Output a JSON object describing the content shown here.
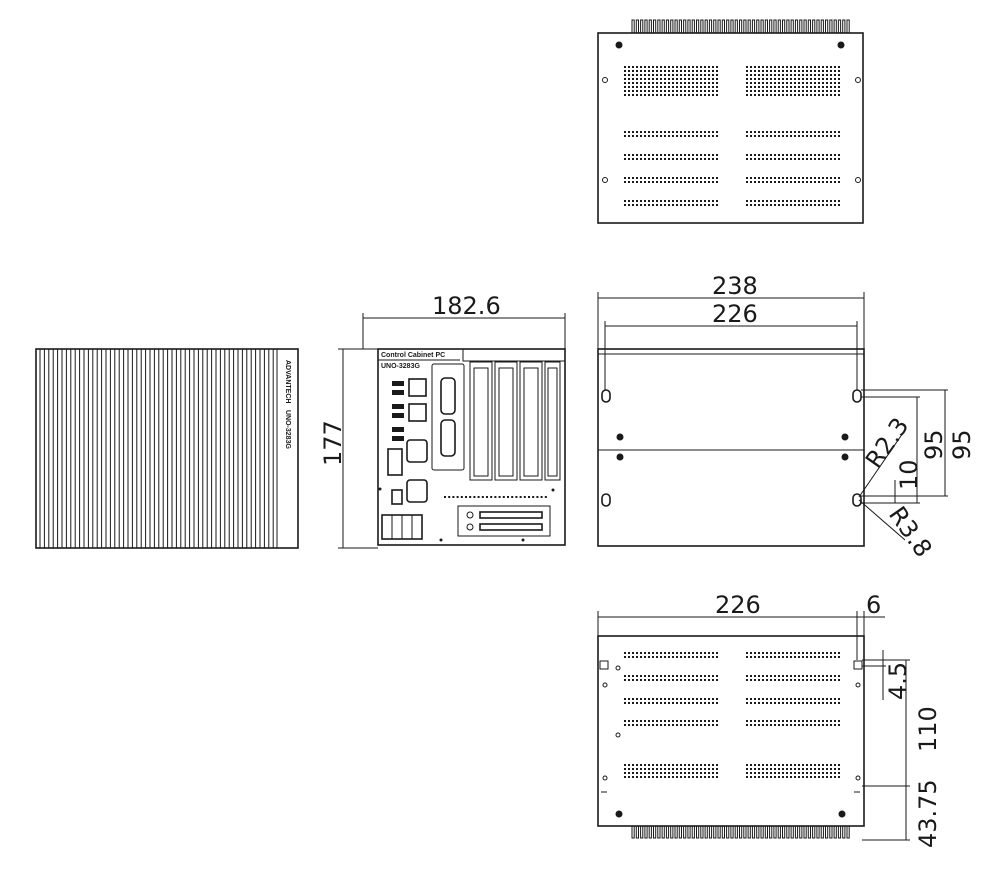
{
  "dimensions": {
    "width_front": "182.6",
    "height_front": "177",
    "depth_overall": "238",
    "depth_inner": "226",
    "hole_radius_small": "R2.3",
    "hole_radius_large": "R3.8",
    "slot_offset": "10",
    "vertical_95_a": "95",
    "vertical_95_b": "95",
    "bottom_width": "226",
    "bottom_edge": "6",
    "bottom_hole": "4.5",
    "bottom_pitch": "110",
    "bottom_edge_offset": "43.75"
  },
  "front_panel": {
    "title_label": "Control Cabinet PC",
    "model_label": "UNO-3283G"
  },
  "side_panel": {
    "brand_label": "ADVANTECH",
    "model_label": "UNO-3283G"
  }
}
